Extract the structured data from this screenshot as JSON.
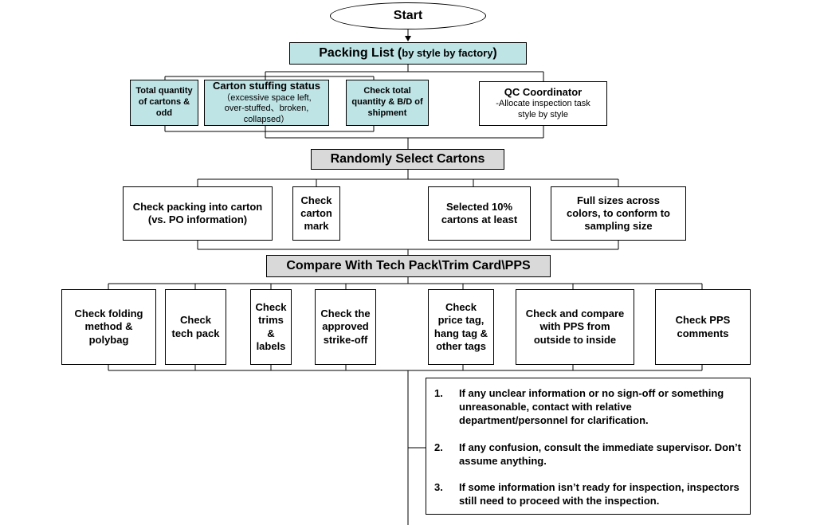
{
  "start": "Start",
  "packing_list": {
    "main": "Packing List (",
    "sub": "by style by factory",
    "close": ")"
  },
  "packing_row": {
    "total_qty": "Total quantity of cartons & odd",
    "carton_status_title": "Carton stuffing status",
    "carton_status_note": "（excessive space left, over-stuffed、broken, collapsed）",
    "check_total": "Check total quantity & B/D of shipment",
    "qc_title": "QC Coordinator",
    "qc_note": "-Allocate inspection task style by style"
  },
  "random_select": "Randomly Select Cartons",
  "random_row": {
    "packing": "Check packing into carton (vs. PO information)",
    "mark": "Check carton mark",
    "ten_pct": "Selected 10% cartons at least",
    "full_sizes": "Full sizes across colors, to conform to sampling size"
  },
  "compare": "Compare With Tech Pack\\Trim Card\\PPS",
  "compare_row": {
    "folding": "Check folding method & polybag",
    "tech_pack": "Check tech pack",
    "trims": "Check trims & labels",
    "strike_off": "Check the approved strike-off",
    "price_tag": "Check price tag, hang tag & other tags",
    "pps_compare": "Check and compare with PPS from outside to inside",
    "pps_comments": "Check PPS comments"
  },
  "notes": [
    {
      "num": "1.",
      "text": "If any unclear information or no sign-off or something unreasonable, contact with relative department/personnel for clarification."
    },
    {
      "num": "2.",
      "text": "If any confusion, consult the immediate supervisor. Don’t assume anything."
    },
    {
      "num": "3.",
      "text": "If some information isn’t ready for inspection, inspectors still need to proceed with the inspection."
    }
  ],
  "colors": {
    "teal": "#bfe4e6",
    "grey": "#d9d9d9"
  }
}
